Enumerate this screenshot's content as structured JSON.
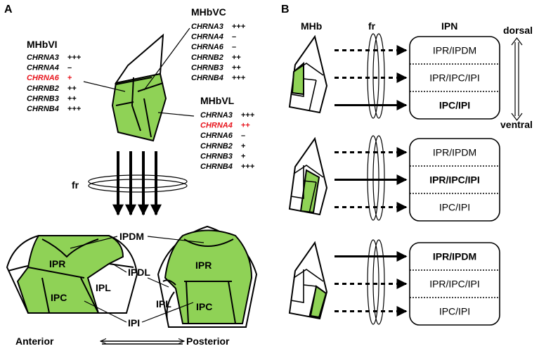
{
  "panels": {
    "a": {
      "letter": "A",
      "subregions": [
        {
          "name": "MHbVI",
          "genes": [
            {
              "gene": "CHRNA3",
              "level": "+++",
              "highlight": false
            },
            {
              "gene": "CHRNA4",
              "level": "–",
              "highlight": false
            },
            {
              "gene": "CHRNA6",
              "level": "+",
              "highlight": true
            },
            {
              "gene": "CHRNB2",
              "level": "++",
              "highlight": false
            },
            {
              "gene": "CHRNB3",
              "level": "++",
              "highlight": false
            },
            {
              "gene": "CHRNB4",
              "level": "+++",
              "highlight": false
            }
          ]
        },
        {
          "name": "MHbVC",
          "genes": [
            {
              "gene": "CHRNA3",
              "level": "+++",
              "highlight": false
            },
            {
              "gene": "CHRNA4",
              "level": "–",
              "highlight": false
            },
            {
              "gene": "CHRNA6",
              "level": "–",
              "highlight": false
            },
            {
              "gene": "CHRNB2",
              "level": "++",
              "highlight": false
            },
            {
              "gene": "CHRNB3",
              "level": "++",
              "highlight": false
            },
            {
              "gene": "CHRNB4",
              "level": "+++",
              "highlight": false
            }
          ]
        },
        {
          "name": "MHbVL",
          "genes": [
            {
              "gene": "CHRNA3",
              "level": "+++",
              "highlight": false
            },
            {
              "gene": "CHRNA4",
              "level": "++",
              "highlight": true
            },
            {
              "gene": "CHRNA6",
              "level": "–",
              "highlight": false
            },
            {
              "gene": "CHRNB2",
              "level": "+",
              "highlight": false
            },
            {
              "gene": "CHRNB3",
              "level": "+",
              "highlight": false
            },
            {
              "gene": "CHRNB4",
              "level": "+++",
              "highlight": false
            }
          ]
        }
      ],
      "tract_label": "fr",
      "ipn_labels": {
        "ipdm": "IPDM",
        "ipdl": "IPDL",
        "ipi": "IPI",
        "ipr": "IPR",
        "ipc": "IPC",
        "ipl": "IPL"
      },
      "axis": {
        "left": "Anterior",
        "right": "Posterior"
      }
    },
    "b": {
      "letter": "B",
      "col_mhb": "MHb",
      "col_fr": "fr",
      "col_ipn": "IPN",
      "dorsal": "dorsal",
      "ventral": "ventral",
      "rows": [
        {
          "boxes": [
            "IPR/IPDM",
            "IPR/IPC/IPI",
            "IPC/IPI"
          ],
          "strong": 2
        },
        {
          "boxes": [
            "IPR/IPDM",
            "IPR/IPC/IPI",
            "IPC/IPI"
          ],
          "strong": 1
        },
        {
          "boxes": [
            "IPR/IPDM",
            "IPR/IPC/IPI",
            "IPC/IPI"
          ],
          "strong": 0
        }
      ]
    }
  },
  "colors": {
    "green": "#8fd256",
    "red": "#e8141c",
    "black": "#000000"
  }
}
